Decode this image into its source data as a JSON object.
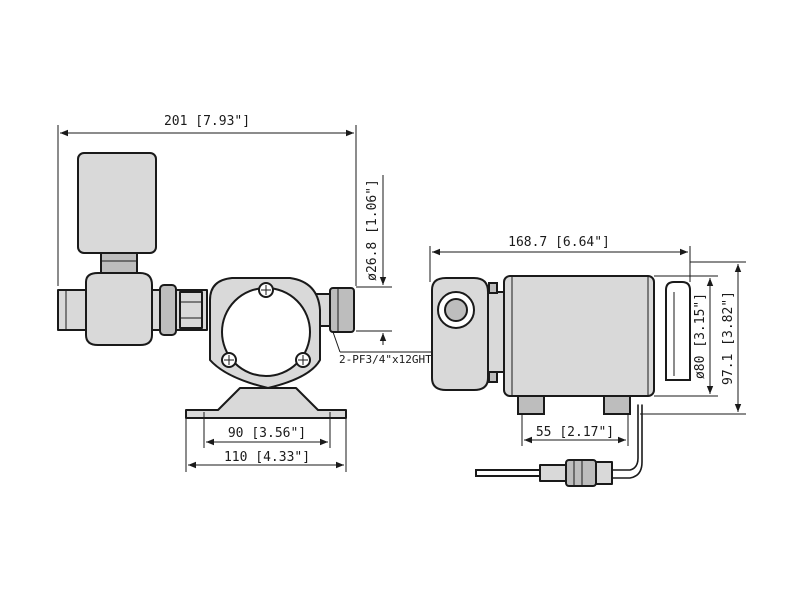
{
  "dimensions": {
    "overall_length": "201 [7.93\"]",
    "port_diameter": "ø26.8 [1.06\"]",
    "base_inner_width": "90 [3.56\"]",
    "base_outer_width": "110 [4.33\"]",
    "port_thread": "2-PF3/4\"x12GHT",
    "side_length": "168.7 [6.64\"]",
    "motor_diameter": "ø80 [3.15\"]",
    "side_height": "97.1 [3.82\"]",
    "mount_spacing": "55 [2.17\"]"
  }
}
